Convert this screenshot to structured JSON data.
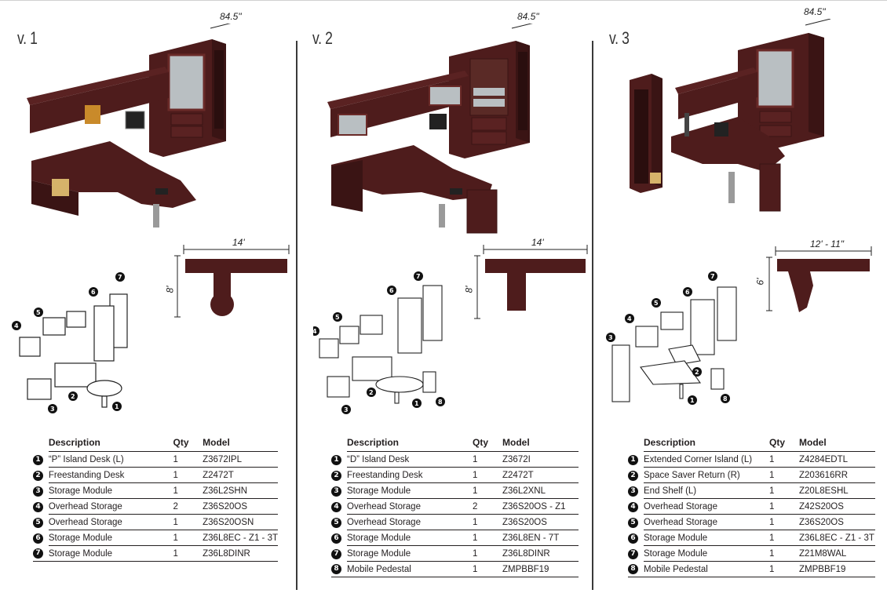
{
  "colors": {
    "wood": "#4e1c1c",
    "wood_dark": "#3a1414",
    "wood_light": "#6a2a28",
    "line": "#231f20"
  },
  "variants": [
    {
      "label": "v. 1",
      "height_dim": "84.5\"",
      "plan_width": "14'",
      "plan_depth": "8'",
      "headers": {
        "description": "Description",
        "qty": "Qty",
        "model": "Model"
      },
      "items": [
        {
          "n": "1",
          "description": "“P” Island Desk (L)",
          "qty": "1",
          "model": "Z3672IPL"
        },
        {
          "n": "2",
          "description": "Freestanding Desk",
          "qty": "1",
          "model": "Z2472T"
        },
        {
          "n": "3",
          "description": "Storage Module",
          "qty": "1",
          "model": "Z36L2SHN"
        },
        {
          "n": "4",
          "description": "Overhead Storage",
          "qty": "2",
          "model": "Z36S20OS"
        },
        {
          "n": "5",
          "description": "Overhead Storage",
          "qty": "1",
          "model": "Z36S20OSN"
        },
        {
          "n": "6",
          "description": "Storage Module",
          "qty": "1",
          "model": "Z36L8EC - Z1 - 3T"
        },
        {
          "n": "7",
          "description": "Storage Module",
          "qty": "1",
          "model": "Z36L8DINR"
        }
      ]
    },
    {
      "label": "v. 2",
      "height_dim": "84.5\"",
      "plan_width": "14'",
      "plan_depth": "8'",
      "headers": {
        "description": "Description",
        "qty": "Qty",
        "model": "Model"
      },
      "items": [
        {
          "n": "1",
          "description": "“D” Island Desk",
          "qty": "1",
          "model": "Z3672I"
        },
        {
          "n": "2",
          "description": "Freestanding Desk",
          "qty": "1",
          "model": "Z2472T"
        },
        {
          "n": "3",
          "description": "Storage Module",
          "qty": "1",
          "model": "Z36L2XNL"
        },
        {
          "n": "4",
          "description": "Overhead Storage",
          "qty": "2",
          "model": "Z36S20OS - Z1"
        },
        {
          "n": "5",
          "description": "Overhead Storage",
          "qty": "1",
          "model": "Z36S20OS"
        },
        {
          "n": "6",
          "description": "Storage Module",
          "qty": "1",
          "model": "Z36L8EN - 7T"
        },
        {
          "n": "7",
          "description": "Storage Module",
          "qty": "1",
          "model": "Z36L8DINR"
        },
        {
          "n": "8",
          "description": "Mobile Pedestal",
          "qty": "1",
          "model": "ZMPBBF19"
        }
      ]
    },
    {
      "label": "v. 3",
      "height_dim": "84.5\"",
      "plan_width": "12' - 11\"",
      "plan_depth": "6'",
      "headers": {
        "description": "Description",
        "qty": "Qty",
        "model": "Model"
      },
      "items": [
        {
          "n": "1",
          "description": "Extended Corner Island (L)",
          "qty": "1",
          "model": "Z4284EDTL"
        },
        {
          "n": "2",
          "description": "Space Saver Return (R)",
          "qty": "1",
          "model": "Z203616RR"
        },
        {
          "n": "3",
          "description": "End Shelf (L)",
          "qty": "1",
          "model": "Z20L8ESHL"
        },
        {
          "n": "4",
          "description": "Overhead Storage",
          "qty": "1",
          "model": "Z42S20OS"
        },
        {
          "n": "5",
          "description": "Overhead Storage",
          "qty": "1",
          "model": "Z36S20OS"
        },
        {
          "n": "6",
          "description": "Storage Module",
          "qty": "1",
          "model": "Z36L8EC - Z1 - 3T"
        },
        {
          "n": "7",
          "description": "Storage Module",
          "qty": "1",
          "model": "Z21M8WAL"
        },
        {
          "n": "8",
          "description": "Mobile Pedestal",
          "qty": "1",
          "model": "ZMPBBF19"
        }
      ]
    }
  ]
}
